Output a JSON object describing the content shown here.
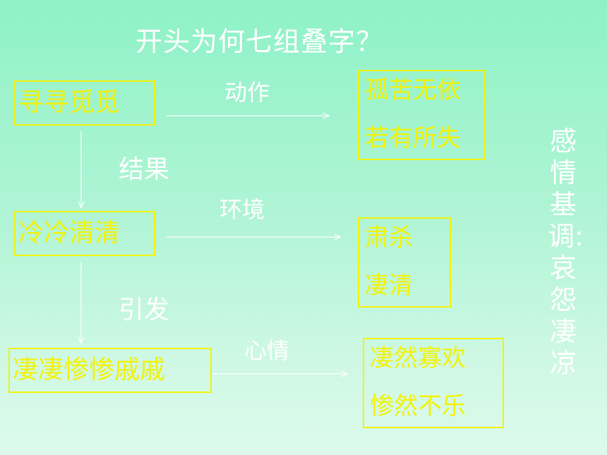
{
  "title": "开头为何七组叠字？",
  "rows": [
    {
      "source": "寻寻觅觅",
      "edge_label": "动作",
      "results": [
        "孤苦无依",
        "若有所失"
      ]
    },
    {
      "source": "冷冷清清",
      "edge_label": "环境",
      "results": [
        "肃杀",
        "凄清"
      ]
    },
    {
      "source": "凄凄惨惨戚戚",
      "edge_label": "心情",
      "results": [
        "凄然寡欢",
        "惨然不乐"
      ]
    }
  ],
  "down_labels": [
    "结果",
    "引发"
  ],
  "side_note": "感情基调:哀怨凄凉",
  "colors": {
    "accent": "#f2f20a",
    "text": "#ffffff"
  }
}
